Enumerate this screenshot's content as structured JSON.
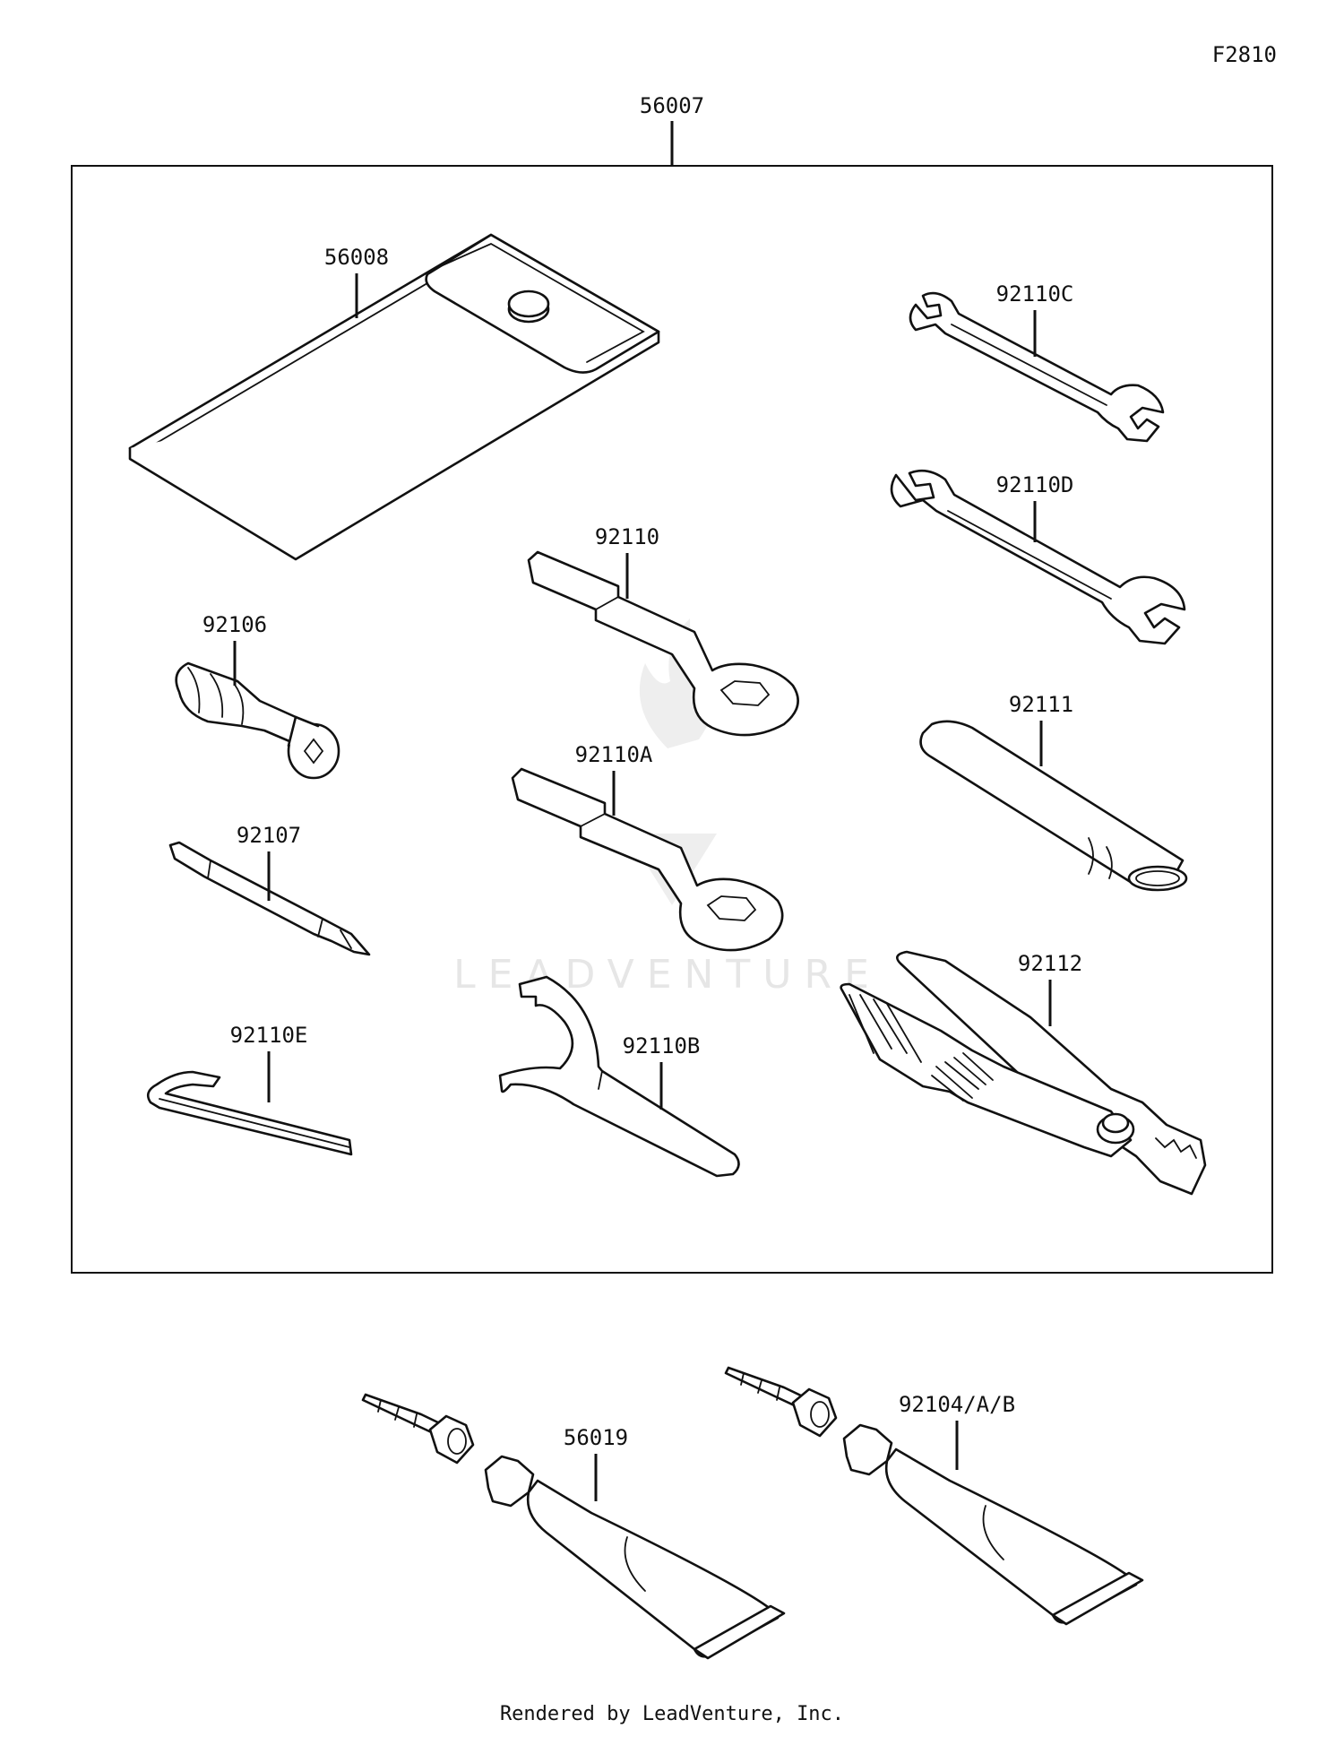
{
  "figure_code": "F2810",
  "watermark": "LEADVENTURE",
  "credit": "Rendered by LeadVenture, Inc.",
  "parts": {
    "kit": "56007",
    "case": "56008",
    "wrench_c": "92110C",
    "wrench_d": "92110D",
    "ring_wrench": "92110",
    "ring_wrench_a": "92110A",
    "bit_holder": "92106",
    "handle": "92111",
    "screwdriver": "92107",
    "pliers": "92112",
    "hex_key": "92110E",
    "hook_wrench": "92110B",
    "tube_1": "56019",
    "tube_2": "92104/A/B"
  }
}
